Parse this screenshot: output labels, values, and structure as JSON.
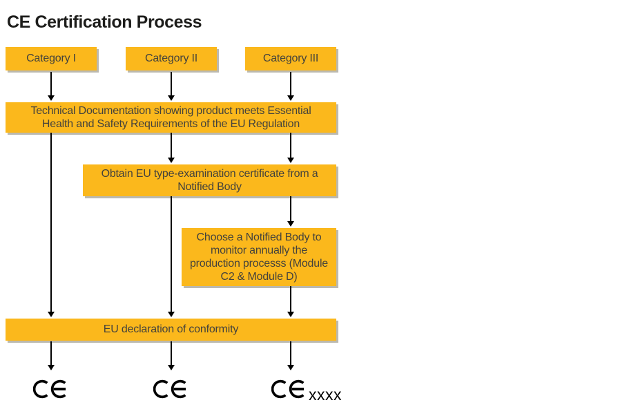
{
  "title": "CE Certification Process",
  "colors": {
    "box_fill": "#fbb81c",
    "box_shadow": "#8f865e",
    "box_text": "#44423c",
    "title_text": "#1d1d1b",
    "arrow": "#000000"
  },
  "boxes": {
    "category1": "Category I",
    "category2": "Category II",
    "category3": "Category III",
    "technical_documentation": "Technical Documentation showing product meets Essential Health and Safety Requirements of the EU Regulation",
    "type_examination": "Obtain EU type-examination certificate from a Notified Body",
    "notified_body_monitoring": "Choose a Notified Body to monitor annually the production processs (Module C2 & Module D)",
    "eu_declaration": "EU declaration of conformity"
  },
  "ce_marks": {
    "mark1": "CE",
    "mark2": "CE",
    "mark3": "CE",
    "mark3_suffix": "xxxx"
  }
}
